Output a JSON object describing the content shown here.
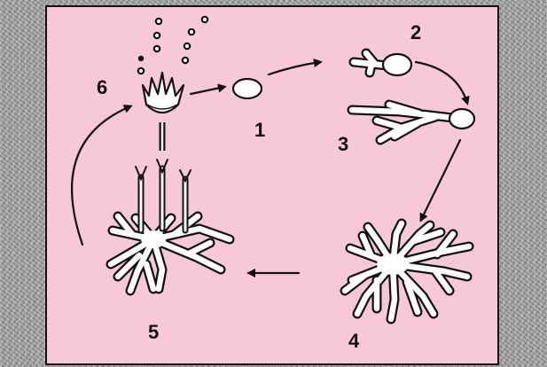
{
  "diagram": {
    "background_color": "#f7c9d6",
    "stage_labels": [
      "1",
      "2",
      "3",
      "4",
      "5",
      "6"
    ]
  }
}
